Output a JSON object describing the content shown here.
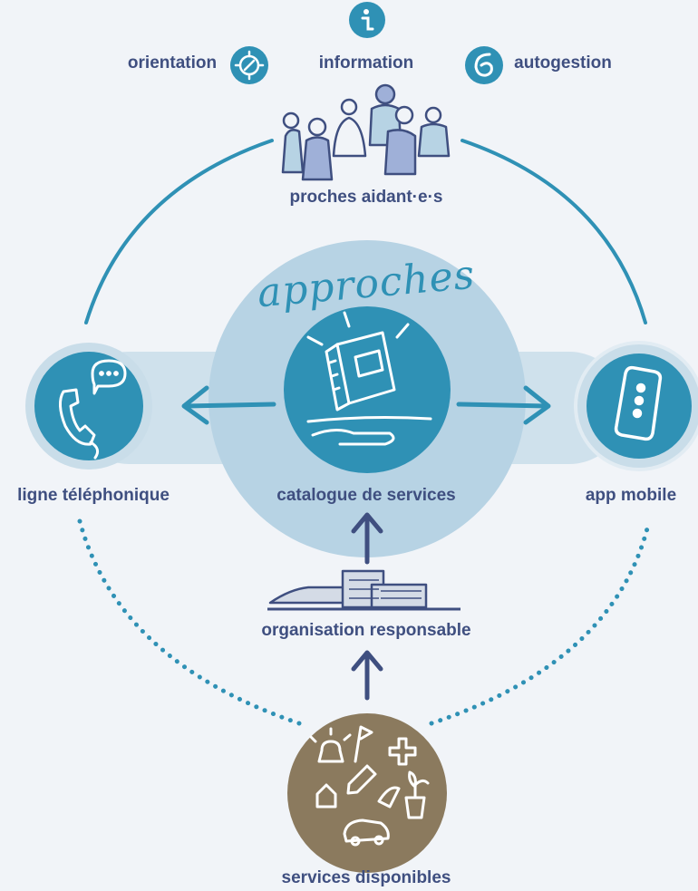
{
  "top_items": {
    "orientation": "orientation",
    "information": "information",
    "autogestion": "autogestion"
  },
  "nodes": {
    "caregivers": "proches aidant·e·s",
    "approaches": "approches",
    "catalog": "catalogue de services",
    "phone": "ligne téléphonique",
    "mobile": "app mobile",
    "organisation": "organisation responsable",
    "services": "services disponibles"
  },
  "icons": {
    "orientation": "compass-icon",
    "information": "info-icon",
    "autogestion": "self-management-icon",
    "caregivers": "people-group-icon",
    "catalog": "book-on-hand-icon",
    "phone": "telephone-chat-icon",
    "mobile": "smartphone-icon",
    "organisation": "building-icon",
    "services": "services-collage-icon"
  },
  "colors": {
    "background": "#f1f4f8",
    "primary_blue": "#2f91b5",
    "light_blue": "#b7d3e4",
    "band_blue": "#cfe1ec",
    "navy": "#3f4f80",
    "brown": "#8b7a5e"
  }
}
